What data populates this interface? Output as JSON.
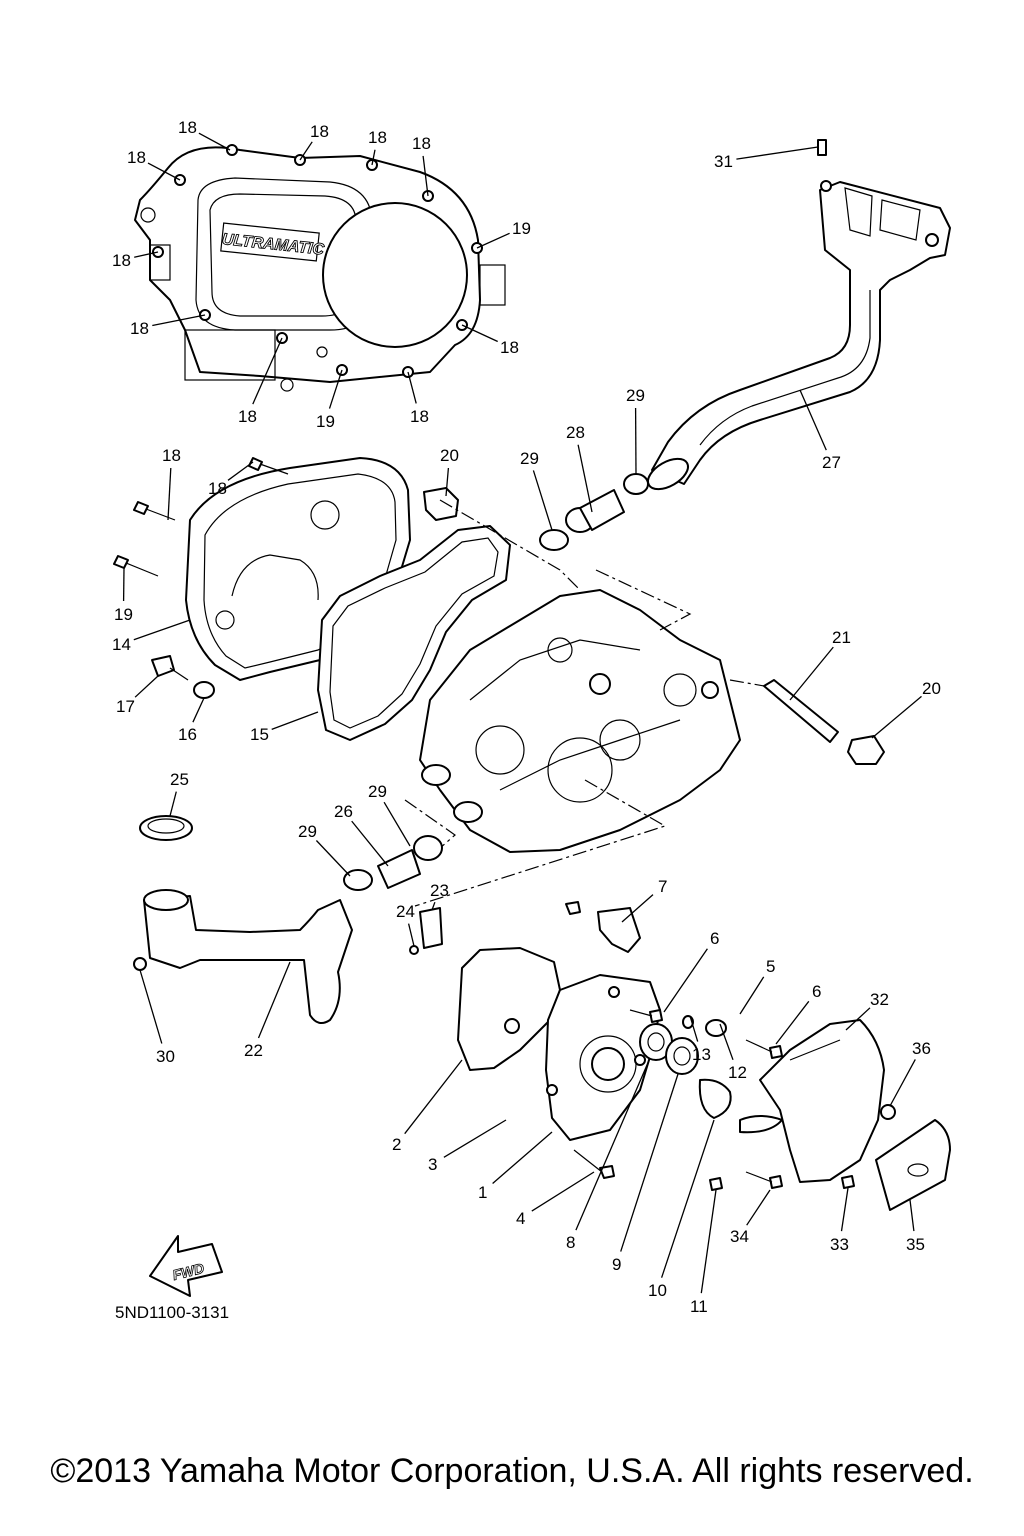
{
  "diagram": {
    "code": "5ND1100-3131",
    "fwd_text": "FWD",
    "cover_logo": "ULTRAMATIC",
    "callouts": [
      {
        "id": "18a",
        "text": "18"
      },
      {
        "id": "18b",
        "text": "18"
      },
      {
        "id": "18c",
        "text": "18"
      },
      {
        "id": "18d",
        "text": "18"
      },
      {
        "id": "18e",
        "text": "18"
      },
      {
        "id": "18f",
        "text": "18"
      },
      {
        "id": "18g",
        "text": "18"
      },
      {
        "id": "18h",
        "text": "18"
      },
      {
        "id": "18i",
        "text": "18"
      },
      {
        "id": "18j",
        "text": "18"
      },
      {
        "id": "19a",
        "text": "19"
      },
      {
        "id": "19b",
        "text": "19"
      },
      {
        "id": "31",
        "text": "31"
      },
      {
        "id": "18k",
        "text": "18"
      },
      {
        "id": "18l",
        "text": "18"
      },
      {
        "id": "20a",
        "text": "20"
      },
      {
        "id": "29a",
        "text": "29"
      },
      {
        "id": "28",
        "text": "28"
      },
      {
        "id": "29b",
        "text": "29"
      },
      {
        "id": "27",
        "text": "27"
      },
      {
        "id": "19c",
        "text": "19"
      },
      {
        "id": "14",
        "text": "14"
      },
      {
        "id": "17",
        "text": "17"
      },
      {
        "id": "16",
        "text": "16"
      },
      {
        "id": "15",
        "text": "15"
      },
      {
        "id": "21",
        "text": "21"
      },
      {
        "id": "20b",
        "text": "20"
      },
      {
        "id": "25",
        "text": "25"
      },
      {
        "id": "29c",
        "text": "29"
      },
      {
        "id": "26",
        "text": "26"
      },
      {
        "id": "29d",
        "text": "29"
      },
      {
        "id": "23",
        "text": "23"
      },
      {
        "id": "24",
        "text": "24"
      },
      {
        "id": "7",
        "text": "7"
      },
      {
        "id": "6a",
        "text": "6"
      },
      {
        "id": "5",
        "text": "5"
      },
      {
        "id": "6b",
        "text": "6"
      },
      {
        "id": "32",
        "text": "32"
      },
      {
        "id": "30",
        "text": "30"
      },
      {
        "id": "22",
        "text": "22"
      },
      {
        "id": "36",
        "text": "36"
      },
      {
        "id": "13",
        "text": "13"
      },
      {
        "id": "12",
        "text": "12"
      },
      {
        "id": "2",
        "text": "2"
      },
      {
        "id": "3",
        "text": "3"
      },
      {
        "id": "1",
        "text": "1"
      },
      {
        "id": "4",
        "text": "4"
      },
      {
        "id": "8",
        "text": "8"
      },
      {
        "id": "9",
        "text": "9"
      },
      {
        "id": "10",
        "text": "10"
      },
      {
        "id": "11",
        "text": "11"
      },
      {
        "id": "34",
        "text": "34"
      },
      {
        "id": "33",
        "text": "33"
      },
      {
        "id": "35",
        "text": "35"
      }
    ]
  },
  "footer": {
    "copyright": "©2013 Yamaha Motor Corporation, U.S.A. All rights reserved."
  }
}
